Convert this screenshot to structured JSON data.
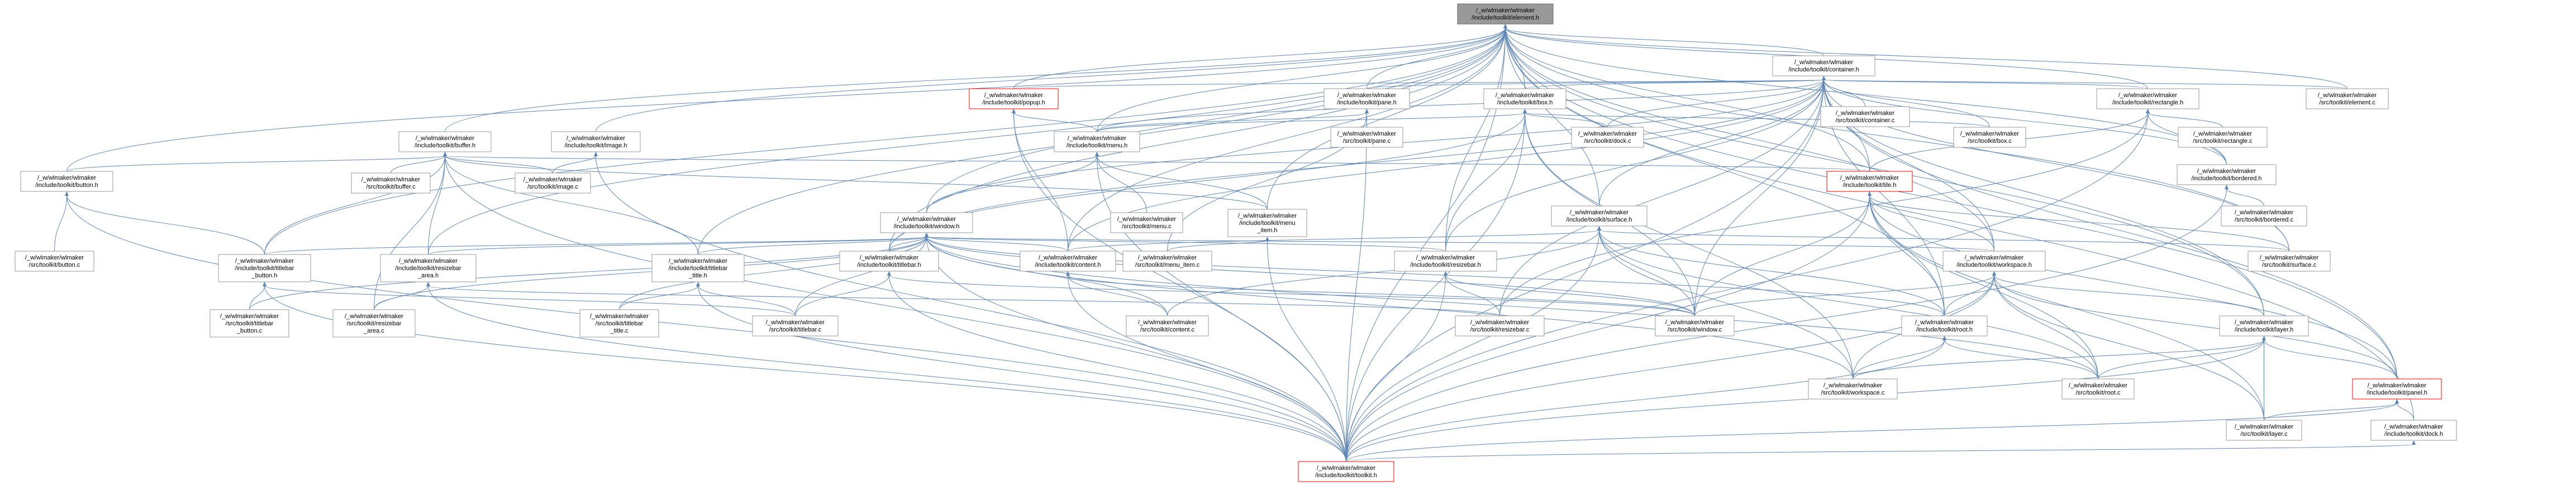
{
  "graph": {
    "style": {
      "background": "#ffffff",
      "node_fill": "#ffffff",
      "node_border": "#999999",
      "current_fill": "#999999",
      "current_border": "#666666",
      "truncated_border": "#ff0000",
      "edge_color": "#5f87b5"
    },
    "nodes": [
      {
        "lines": [
          "/_w/wlmaker/wlmaker",
          "/include/toolkit/element.h"
        ],
        "state": "current"
      },
      {
        "lines": [
          "/_w/wlmaker/wlmaker",
          "/include/toolkit/container.h"
        ]
      },
      {
        "lines": [
          "/_w/wlmaker/wlmaker",
          "/include/toolkit/popup.h"
        ],
        "state": "truncated"
      },
      {
        "lines": [
          "/_w/wlmaker/wlmaker",
          "/include/toolkit/pane.h"
        ]
      },
      {
        "lines": [
          "/_w/wlmaker/wlmaker",
          "/include/toolkit/box.h"
        ]
      },
      {
        "lines": [
          "/_w/wlmaker/wlmaker",
          "/src/toolkit/container.c"
        ]
      },
      {
        "lines": [
          "/_w/wlmaker/wlmaker",
          "/include/toolkit/rectangle.h"
        ]
      },
      {
        "lines": [
          "/_w/wlmaker/wlmaker",
          "/src/toolkit/element.c"
        ]
      },
      {
        "lines": [
          "/_w/wlmaker/wlmaker",
          "/include/toolkit/buffer.h"
        ]
      },
      {
        "lines": [
          "/_w/wlmaker/wlmaker",
          "/include/toolkit/image.h"
        ]
      },
      {
        "lines": [
          "/_w/wlmaker/wlmaker",
          "/include/toolkit/menu.h"
        ]
      },
      {
        "lines": [
          "/_w/wlmaker/wlmaker",
          "/src/toolkit/pane.c"
        ]
      },
      {
        "lines": [
          "/_w/wlmaker/wlmaker",
          "/src/toolkit/dock.c"
        ]
      },
      {
        "lines": [
          "/_w/wlmaker/wlmaker",
          "/src/toolkit/box.c"
        ]
      },
      {
        "lines": [
          "/_w/wlmaker/wlmaker",
          "/src/toolkit/rectangle.c"
        ]
      },
      {
        "lines": [
          "/_w/wlmaker/wlmaker",
          "/include/toolkit/bordered.h"
        ]
      },
      {
        "lines": [
          "/_w/wlmaker/wlmaker",
          "/include/toolkit/button.h"
        ]
      },
      {
        "lines": [
          "/_w/wlmaker/wlmaker",
          "/src/toolkit/buffer.c"
        ]
      },
      {
        "lines": [
          "/_w/wlmaker/wlmaker",
          "/src/toolkit/image.c"
        ]
      },
      {
        "lines": [
          "/_w/wlmaker/wlmaker",
          "/include/toolkit/window.h"
        ]
      },
      {
        "lines": [
          "/_w/wlmaker/wlmaker",
          "/src/toolkit/menu.c"
        ]
      },
      {
        "lines": [
          "/_w/wlmaker/wlmaker",
          "/include/toolkit/menu",
          "_item.h"
        ]
      },
      {
        "lines": [
          "/_w/wlmaker/wlmaker",
          "/include/toolkit/surface.h"
        ]
      },
      {
        "lines": [
          "/_w/wlmaker/wlmaker",
          "/include/toolkit/tile.h"
        ],
        "state": "truncated"
      },
      {
        "lines": [
          "/_w/wlmaker/wlmaker",
          "/src/toolkit/bordered.c"
        ]
      },
      {
        "lines": [
          "/_w/wlmaker/wlmaker",
          "/src/toolkit/button.c"
        ]
      },
      {
        "lines": [
          "/_w/wlmaker/wlmaker",
          "/include/toolkit/titlebar",
          "_button.h"
        ]
      },
      {
        "lines": [
          "/_w/wlmaker/wlmaker",
          "/include/toolkit/resizebar",
          "_area.h"
        ]
      },
      {
        "lines": [
          "/_w/wlmaker/wlmaker",
          "/include/toolkit/titlebar",
          "_title.h"
        ]
      },
      {
        "lines": [
          "/_w/wlmaker/wlmaker",
          "/include/toolkit/titlebar.h"
        ]
      },
      {
        "lines": [
          "/_w/wlmaker/wlmaker",
          "/include/toolkit/content.h"
        ]
      },
      {
        "lines": [
          "/_w/wlmaker/wlmaker",
          "/src/toolkit/menu_item.c"
        ]
      },
      {
        "lines": [
          "/_w/wlmaker/wlmaker",
          "/include/toolkit/resizebar.h"
        ]
      },
      {
        "lines": [
          "/_w/wlmaker/wlmaker",
          "/include/toolkit/workspace.h"
        ]
      },
      {
        "lines": [
          "/_w/wlmaker/wlmaker",
          "/src/toolkit/surface.c"
        ]
      },
      {
        "lines": [
          "/_w/wlmaker/wlmaker",
          "/src/toolkit/titlebar",
          "_button.c"
        ]
      },
      {
        "lines": [
          "/_w/wlmaker/wlmaker",
          "/src/toolkit/resizebar",
          "_area.c"
        ]
      },
      {
        "lines": [
          "/_w/wlmaker/wlmaker",
          "/src/toolkit/titlebar",
          "_title.c"
        ]
      },
      {
        "lines": [
          "/_w/wlmaker/wlmaker",
          "/src/toolkit/titlebar.c"
        ]
      },
      {
        "lines": [
          "/_w/wlmaker/wlmaker",
          "/src/toolkit/content.c"
        ]
      },
      {
        "lines": [
          "/_w/wlmaker/wlmaker",
          "/src/toolkit/resizebar.c"
        ]
      },
      {
        "lines": [
          "/_w/wlmaker/wlmaker",
          "/src/toolkit/window.c"
        ]
      },
      {
        "lines": [
          "/_w/wlmaker/wlmaker",
          "/include/toolkit/root.h"
        ]
      },
      {
        "lines": [
          "/_w/wlmaker/wlmaker",
          "/include/toolkit/layer.h"
        ]
      },
      {
        "lines": [
          "/_w/wlmaker/wlmaker",
          "/src/toolkit/workspace.c"
        ]
      },
      {
        "lines": [
          "/_w/wlmaker/wlmaker",
          "/src/toolkit/root.c"
        ]
      },
      {
        "lines": [
          "/_w/wlmaker/wlmaker",
          "/include/toolkit/panel.h"
        ],
        "state": "truncated"
      },
      {
        "lines": [
          "/_w/wlmaker/wlmaker",
          "/src/toolkit/layer.c"
        ]
      },
      {
        "lines": [
          "/_w/wlmaker/wlmaker",
          "/include/toolkit/dock.h"
        ]
      },
      {
        "lines": [
          "/_w/wlmaker/wlmaker",
          "/include/toolkit/toolkit.h"
        ],
        "state": "truncated"
      }
    ],
    "edges": [
      [
        1,
        0
      ],
      [
        2,
        0
      ],
      [
        3,
        0
      ],
      [
        4,
        0
      ],
      [
        6,
        0
      ],
      [
        7,
        0
      ],
      [
        8,
        0
      ],
      [
        9,
        0
      ],
      [
        10,
        0
      ],
      [
        15,
        0
      ],
      [
        16,
        0
      ],
      [
        19,
        0
      ],
      [
        21,
        0
      ],
      [
        22,
        0
      ],
      [
        23,
        0
      ],
      [
        26,
        0
      ],
      [
        27,
        0
      ],
      [
        28,
        0
      ],
      [
        29,
        0
      ],
      [
        30,
        0
      ],
      [
        32,
        0
      ],
      [
        33,
        0
      ],
      [
        34,
        0
      ],
      [
        42,
        0
      ],
      [
        43,
        0
      ],
      [
        46,
        0
      ],
      [
        48,
        0
      ],
      [
        49,
        0
      ],
      [
        2,
        1
      ],
      [
        3,
        1
      ],
      [
        4,
        1
      ],
      [
        5,
        1
      ],
      [
        6,
        1
      ],
      [
        7,
        1
      ],
      [
        10,
        1
      ],
      [
        12,
        1
      ],
      [
        13,
        1
      ],
      [
        15,
        1
      ],
      [
        19,
        1
      ],
      [
        22,
        1
      ],
      [
        23,
        1
      ],
      [
        29,
        1
      ],
      [
        30,
        1
      ],
      [
        32,
        1
      ],
      [
        33,
        1
      ],
      [
        34,
        1
      ],
      [
        40,
        1
      ],
      [
        41,
        1
      ],
      [
        42,
        1
      ],
      [
        43,
        1
      ],
      [
        46,
        1
      ],
      [
        49,
        1
      ],
      [
        10,
        2
      ],
      [
        30,
        2
      ],
      [
        49,
        2
      ],
      [
        11,
        3
      ],
      [
        10,
        3
      ],
      [
        31,
        3
      ],
      [
        49,
        3
      ],
      [
        13,
        4
      ],
      [
        12,
        4
      ],
      [
        10,
        4
      ],
      [
        29,
        4
      ],
      [
        32,
        4
      ],
      [
        41,
        4
      ],
      [
        44,
        4
      ],
      [
        49,
        4
      ],
      [
        14,
        6
      ],
      [
        15,
        6
      ],
      [
        23,
        6
      ],
      [
        40,
        6
      ],
      [
        49,
        6
      ],
      [
        24,
        15
      ],
      [
        49,
        15
      ],
      [
        17,
        8
      ],
      [
        16,
        8
      ],
      [
        18,
        8
      ],
      [
        21,
        8
      ],
      [
        23,
        8
      ],
      [
        26,
        8
      ],
      [
        27,
        8
      ],
      [
        28,
        8
      ],
      [
        36,
        8
      ],
      [
        49,
        8
      ],
      [
        18,
        9
      ],
      [
        49,
        9
      ],
      [
        25,
        16
      ],
      [
        26,
        16
      ],
      [
        49,
        16
      ],
      [
        20,
        10
      ],
      [
        21,
        10
      ],
      [
        19,
        10
      ],
      [
        49,
        10
      ],
      [
        31,
        21
      ],
      [
        49,
        21
      ],
      [
        26,
        19
      ],
      [
        27,
        19
      ],
      [
        28,
        19
      ],
      [
        29,
        19
      ],
      [
        30,
        19
      ],
      [
        32,
        19
      ],
      [
        33,
        19
      ],
      [
        35,
        19
      ],
      [
        36,
        19
      ],
      [
        37,
        19
      ],
      [
        38,
        19
      ],
      [
        39,
        19
      ],
      [
        41,
        19
      ],
      [
        42,
        19
      ],
      [
        44,
        19
      ],
      [
        45,
        19
      ],
      [
        49,
        19
      ],
      [
        30,
        22
      ],
      [
        34,
        22
      ],
      [
        39,
        22
      ],
      [
        41,
        22
      ],
      [
        42,
        22
      ],
      [
        44,
        22
      ],
      [
        45,
        22
      ],
      [
        49,
        22
      ],
      [
        33,
        23
      ],
      [
        34,
        23
      ],
      [
        41,
        23
      ],
      [
        42,
        23
      ],
      [
        45,
        23
      ],
      [
        46,
        23
      ],
      [
        47,
        23
      ],
      [
        49,
        23
      ],
      [
        35,
        26
      ],
      [
        38,
        26
      ],
      [
        49,
        26
      ],
      [
        36,
        27
      ],
      [
        40,
        27
      ],
      [
        49,
        27
      ],
      [
        37,
        28
      ],
      [
        38,
        28
      ],
      [
        49,
        28
      ],
      [
        38,
        29
      ],
      [
        41,
        29
      ],
      [
        49,
        29
      ],
      [
        39,
        30
      ],
      [
        41,
        30
      ],
      [
        49,
        30
      ],
      [
        40,
        32
      ],
      [
        41,
        32
      ],
      [
        49,
        32
      ],
      [
        41,
        33
      ],
      [
        42,
        33
      ],
      [
        43,
        33
      ],
      [
        44,
        33
      ],
      [
        45,
        33
      ],
      [
        46,
        33
      ],
      [
        47,
        33
      ],
      [
        49,
        33
      ],
      [
        44,
        42
      ],
      [
        45,
        42
      ],
      [
        49,
        42
      ],
      [
        44,
        43
      ],
      [
        45,
        43
      ],
      [
        46,
        43
      ],
      [
        47,
        43
      ],
      [
        49,
        43
      ],
      [
        47,
        46
      ],
      [
        48,
        46
      ],
      [
        49,
        46
      ],
      [
        49,
        48
      ]
    ]
  }
}
